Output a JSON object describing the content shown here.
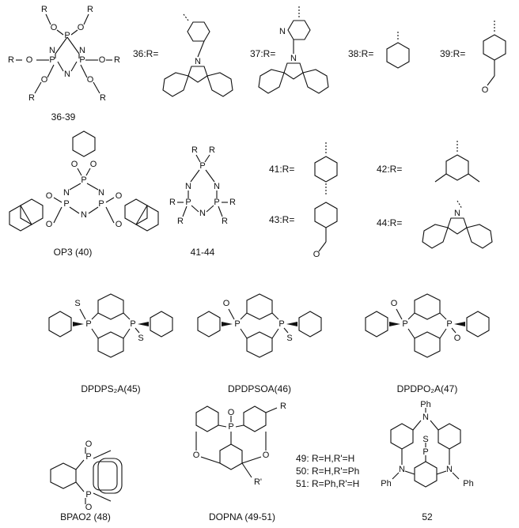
{
  "row1": {
    "caption_3639": "36-39",
    "label_36": "36:R=",
    "label_37": "37:R=",
    "label_38": "38:R=",
    "label_39": "39:R="
  },
  "row2": {
    "caption_40": "OP3 (40)",
    "caption_4144": "41-44",
    "label_41": "41:R=",
    "label_42": "42:R=",
    "label_43": "43:R=",
    "label_44": "44:R="
  },
  "row3": {
    "caption_45": "DPDPS₂A(45)",
    "caption_46": "DPDPSOA(46)",
    "caption_47": "DPDPO₂A(47)"
  },
  "row4": {
    "caption_48": "BPAO2 (48)",
    "caption_4951": "DOPNA (49-51)",
    "caption_52": "52",
    "sub_49": "49: R=H,R'=H",
    "sub_50": "50: R=H,R'=Ph",
    "sub_51": "51: R=Ph,R'=H"
  },
  "atoms": {
    "R": "R",
    "O": "O",
    "P": "P",
    "N": "N",
    "S": "S",
    "Rp": "R'",
    "Ph": "Ph"
  }
}
